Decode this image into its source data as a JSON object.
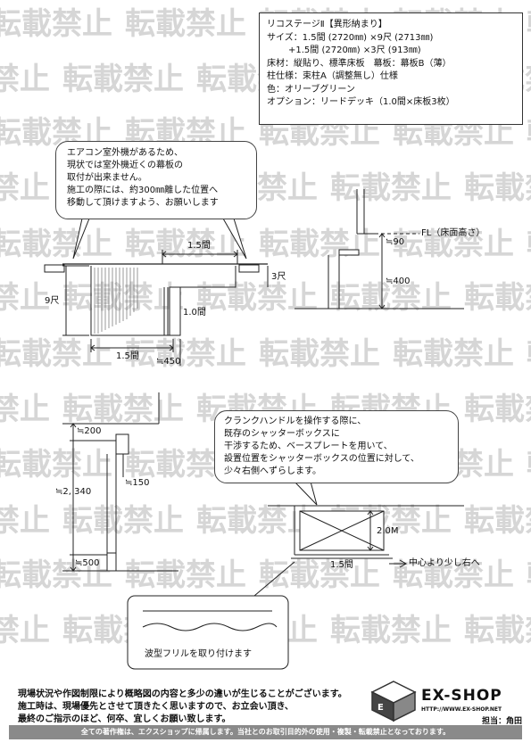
{
  "watermark": {
    "text": "転載禁止"
  },
  "spec": {
    "title": "リコステージⅡ【異形納まり】",
    "size1": "サイズ：1.5間 (2720㎜) ×9尺 (2713㎜)",
    "size2": "+1.5間 (2720㎜) ×3尺 (913㎜)",
    "material": "床材：縦貼り、標準床板　幕板：幕板B（薄）",
    "column": "柱仕様：束柱A（調整無し）仕様",
    "color": "色：オリーブグリーン",
    "option": "オプション：リードデッキ（1.0間×床板3枚）"
  },
  "plan": {
    "bubble_lines": [
      "エアコン室外機があるため、",
      "現状では室外機近くの幕板の",
      "取付が出来ません。",
      "施工の際には、約300㎜離した位置へ",
      "移動して頂けますよう、お願いします"
    ],
    "dim_top": "1.5間",
    "dim_3shaku": "3尺",
    "dim_9shaku": "9尺",
    "dim_1ken": "1.0間",
    "dim_bottom": "1.5間",
    "dim_450": "≒450"
  },
  "section": {
    "fl_label": "FL（床面高さ）",
    "dim_90": "≒90",
    "dim_400": "≒400"
  },
  "elevation": {
    "dim_200": "≒200",
    "dim_150": "≒150",
    "dim_2340": "≒2, 340",
    "dim_500": "≒500"
  },
  "shutter": {
    "bubble_lines": [
      "クランクハンドルを操作する際に、",
      "既存のシャッターボックスに",
      "干渉するため、ベースプレートを用いて、",
      "設置位置をシャッターボックスの位置に対して、",
      "少々右側へずらします。"
    ],
    "dim_20m": "2.0M",
    "dim_15ken": "1.5間",
    "center_note": "中心より少し右へ"
  },
  "frill": {
    "caption": "波型フリルを取り付けます"
  },
  "footer": {
    "line1": "現場状況や作図制限により概略図の内容と多少の違いが生じることがございます。",
    "line2": "施工時は、現場優先とさせて頂きたく思いますので、お立会い頂き、",
    "line3": "最終のご指示のほど、何卒、宜しくお願い致します。",
    "copyright": "全ての著作権は、エクスショップに帰属します。当社とのお取引目的外の使用・複製・転載禁止となっております。"
  },
  "logo": {
    "name": "EX-SHOP",
    "url": "HTTP://WWW.EX-SHOP.NET",
    "person": "担当：角田"
  }
}
